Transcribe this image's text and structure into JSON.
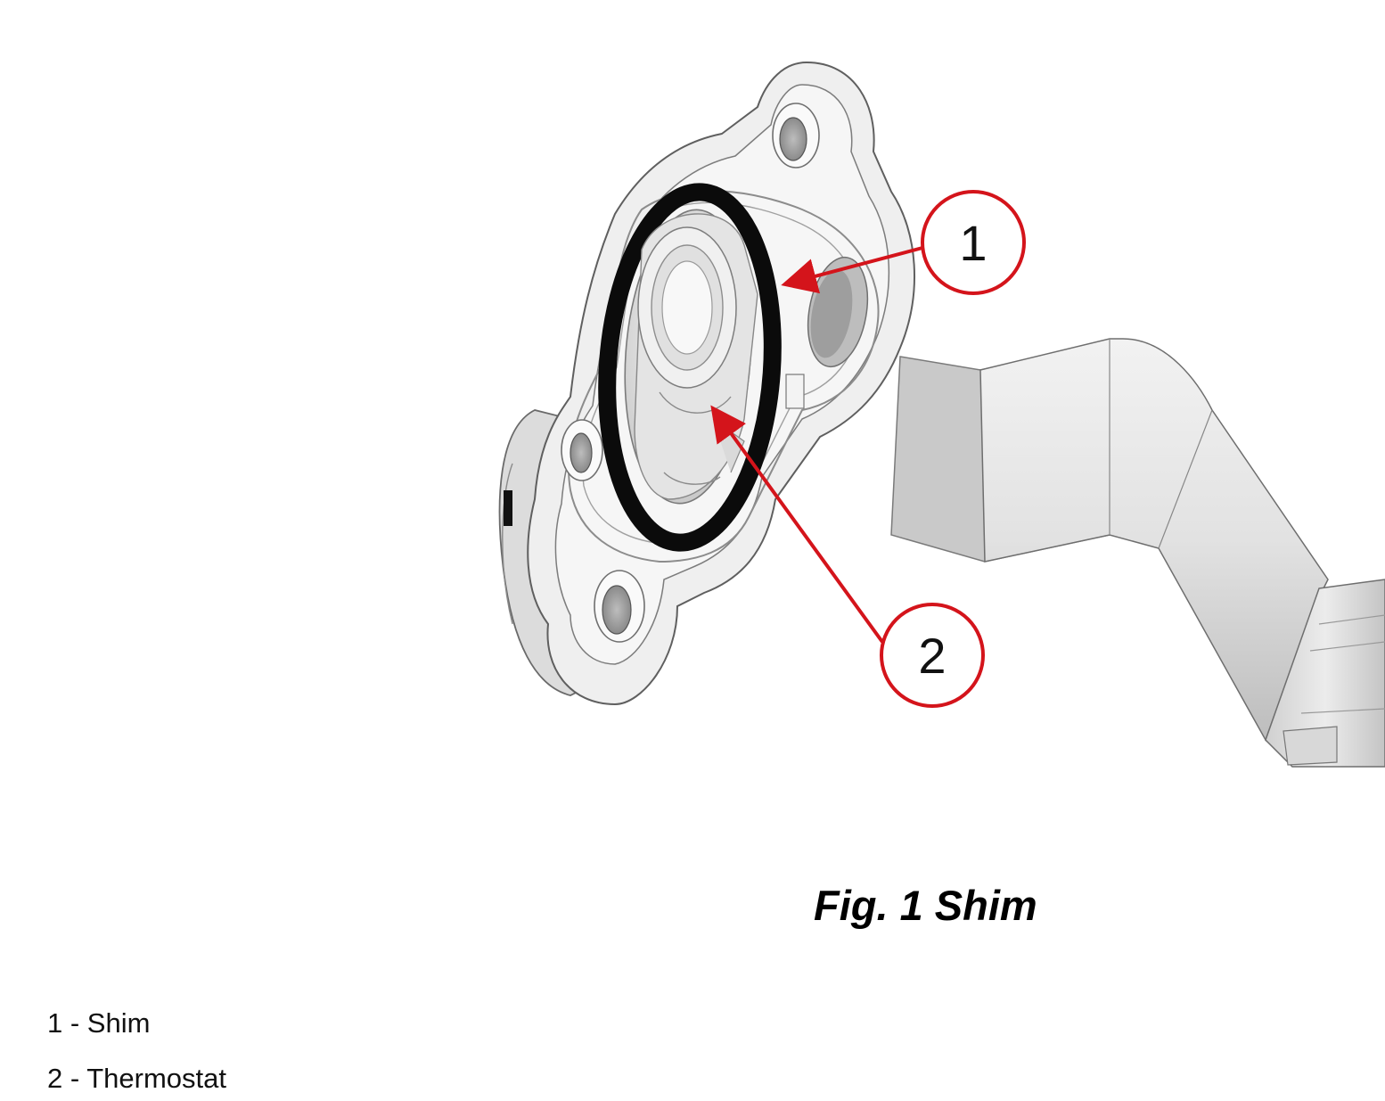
{
  "figure": {
    "caption": "Fig. 1 Shim",
    "callouts": [
      {
        "number": "1",
        "part": "Shim"
      },
      {
        "number": "2",
        "part": "Thermostat"
      }
    ]
  },
  "legend": [
    {
      "text": "1 - Shim"
    },
    {
      "text": "2 - Thermostat"
    }
  ],
  "colors": {
    "callout": "#d4141b",
    "gasket": "#0b0b0b",
    "housing": "#dcdcdc",
    "outline": "#6a6a6a"
  },
  "icons": {
    "callout_marker": "numbered-circle-icon",
    "arrow": "arrow-pointer-icon"
  }
}
